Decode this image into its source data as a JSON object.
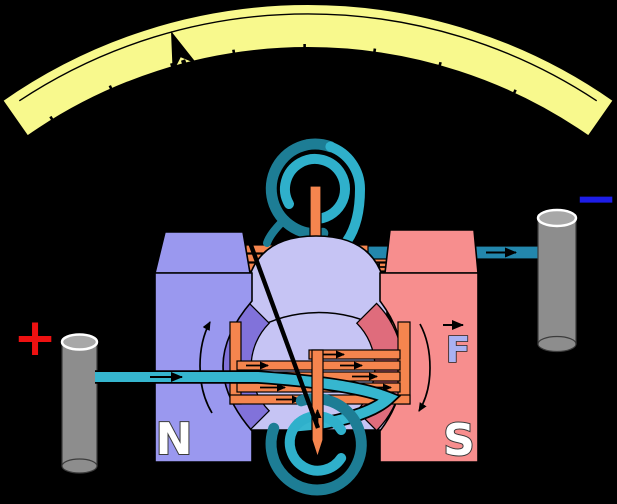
{
  "diagram": "galvanometer",
  "labels": {
    "north_pole": "N",
    "south_pole": "S",
    "force": "F",
    "positive_terminal": "+",
    "negative_terminal": "−"
  },
  "scale": {
    "tick_count": 8,
    "tick_angles_deg": [
      -31.5,
      -23.7,
      -16.1,
      -8.7,
      -0.4,
      7.8,
      15.6,
      24.9
    ],
    "needle_points_between_ticks": [
      1,
      2
    ],
    "needle_angle_from_vertical_deg": -20.3
  },
  "icons": [
    "needle-arrowhead-icon",
    "force-arrow-icon",
    "rotation-arrow-left-icon",
    "rotation-arrow-right-icon",
    "current-arrow-icons"
  ],
  "colors": {
    "background": "#000000",
    "scale_face": "#f8f98d",
    "needle": "#000000",
    "magnet_n_face": "#9a98ef",
    "magnet_n_pole": "#8172da",
    "magnet_s_face": "#f78e8e",
    "magnet_s_pole": "#df6c7c",
    "core": "#c6c4f4",
    "coil": "#f5854e",
    "wire_light": "#36b6cf",
    "wire_dark": "#2387ad",
    "spring_dark": "#1d7d95",
    "spring_light": "#2fb0cb",
    "terminal": "#8d8d8d",
    "plus": "#ee1111",
    "minus": "#1d1de8",
    "label_text": "#ffffff",
    "force_label": "#aab2f2"
  }
}
